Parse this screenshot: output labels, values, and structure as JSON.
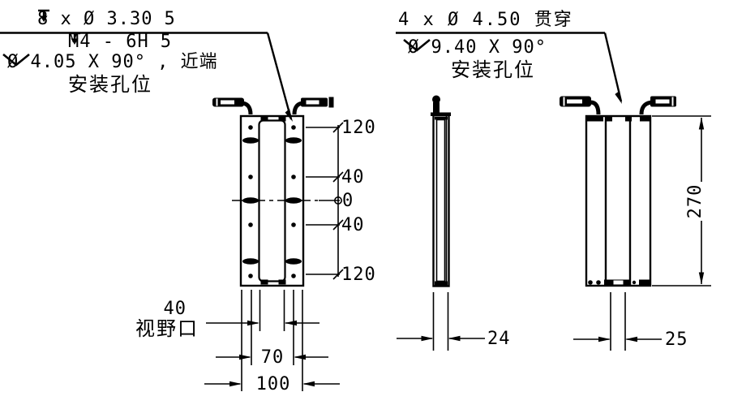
{
  "drawing": {
    "title": "light-curtain mechanical dimension drawing",
    "background": "#ffffff",
    "line_color": "#000000"
  },
  "callouts": {
    "left": {
      "line1_text": "8 x Ø 3.30",
      "line1_depth_value": "5",
      "line2_text": "M4 - 6H",
      "line2_depth_value": "5",
      "line3_text": "Ø 4.05 X 90° , 近端",
      "line4_text": "安装孔位"
    },
    "right": {
      "line1_text": "4 x Ø 4.50 贯穿",
      "line2_text": "Ø 9.40 X 90°",
      "line3_text": "安装孔位"
    }
  },
  "dimensions": {
    "ordinate": {
      "values": [
        "120",
        "40",
        "0",
        "40",
        "120"
      ]
    },
    "window_width": "40",
    "window_label": "视野口",
    "hole_column_span": "70",
    "overall_width": "100",
    "side_view_depth": "24",
    "rear_view_depth": "25",
    "overall_height": "270"
  }
}
